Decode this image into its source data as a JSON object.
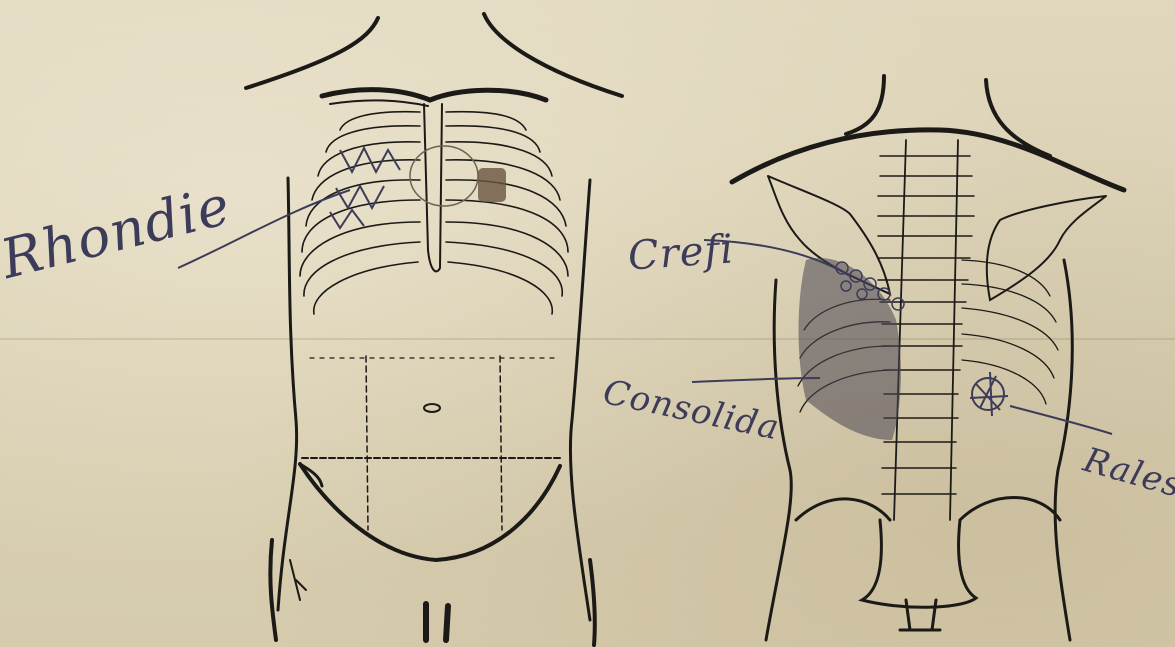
{
  "document": {
    "annotations": {
      "bronchi": "Rhondie",
      "crepitation": "Crefi",
      "consolidation": "Consolida",
      "rales": "Rales"
    },
    "colors": {
      "paper": "#ddd3b8",
      "ink": "#1c1a17",
      "pencil": "#3c3c5a",
      "shading": "#4a4652"
    }
  }
}
